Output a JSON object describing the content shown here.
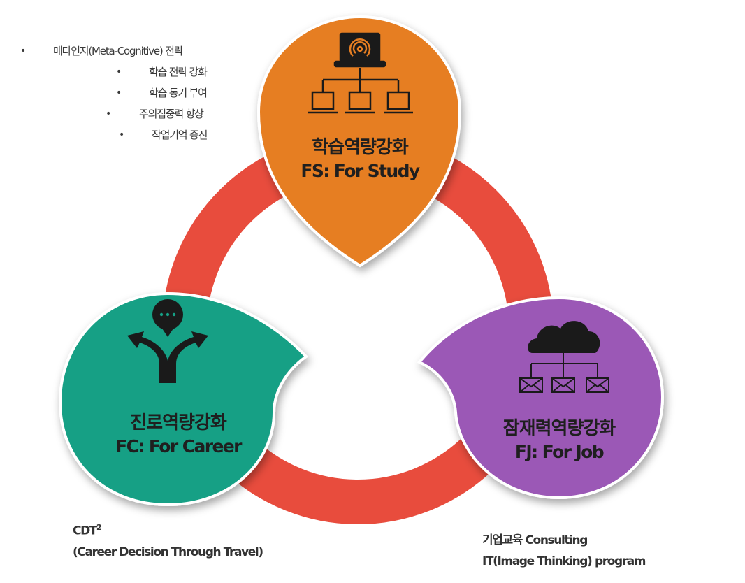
{
  "colors": {
    "ring": "#E84C3D",
    "study": "#E67E22",
    "career": "#16A085",
    "job": "#9B59B6",
    "icon": "#1a1a1a"
  },
  "study_tips": [
    "메타인지(Meta-Cognitive) 전략",
    "학습 전략 강화",
    "학습 동기 부여",
    "주의집중력 향상",
    "작업기억 증진"
  ],
  "bullet_char": "•",
  "petals": {
    "study": {
      "title": "학습역량강화",
      "subtitle": "FS: For Study",
      "icon": "laptop-network-icon"
    },
    "career": {
      "title": "진로역량강화",
      "subtitle": "FC: For Career",
      "icon": "diverging-arrows-icon"
    },
    "job": {
      "title": "잠재력역량강화",
      "subtitle": "FJ: For Job",
      "icon": "cloud-mail-network-icon"
    }
  },
  "notes": {
    "career": {
      "line1": "CDT",
      "sup": "2",
      "line2": "(Career Decision Through Travel)"
    },
    "job": {
      "line1": "기업교육 Consulting",
      "line2": "IT(Image Thinking) program"
    }
  }
}
